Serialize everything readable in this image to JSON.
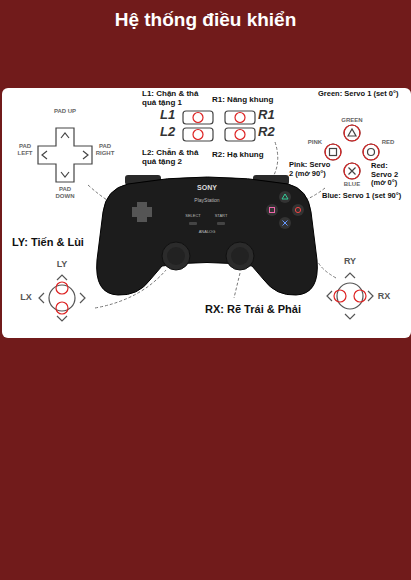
{
  "diagram": {
    "title": "Hệ thống điều khiển",
    "labels": [
      "L1: Chặn & thả quả tặng 1",
      "R1: Nâng khung",
      "Green: Servo 1 (set 0°)",
      "GREEN",
      "PAD UP",
      "L1",
      "R1",
      "PAD LEFT",
      "PAD RIGHT",
      "L2",
      "R2",
      "PINK",
      "RED",
      "Pink: Servo 2 (mở 90°)",
      "Red: Servo 2 (mở 0°)",
      "L2: Chẵn & thả quả tặng 2",
      "R2: Hạ khung",
      "PAD DOWN",
      "BLUE",
      "Blue: Servo 1 (set 90°)",
      "SONY",
      "PlayStation",
      "SELECT",
      "START",
      "ANALOG",
      "LY: Tiến & Lùi",
      "LY",
      "LX",
      "RY",
      "RX",
      "RX: Rẽ Trái & Phải"
    ]
  }
}
